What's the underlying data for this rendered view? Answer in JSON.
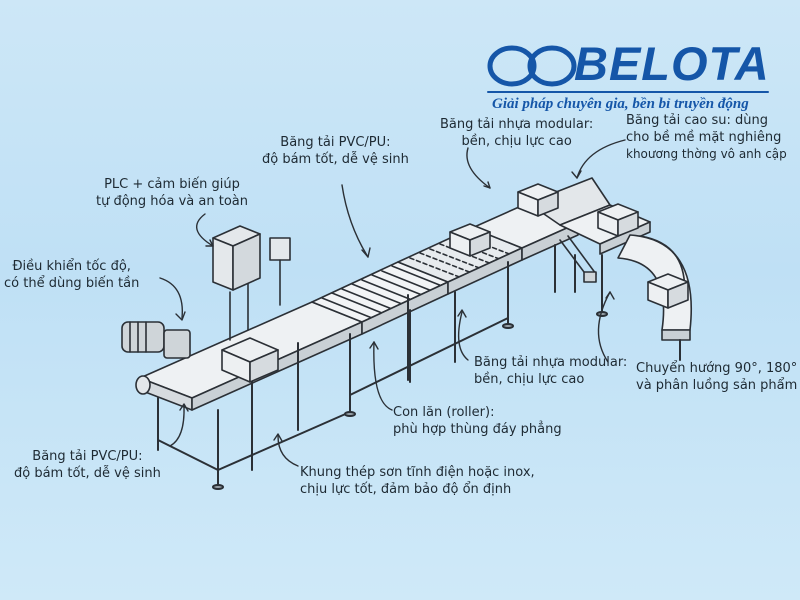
{
  "brand": {
    "name": "BELOTA",
    "tagline": "Giải pháp chuyên gia, bền bỉ truyền động",
    "color": "#1556a8"
  },
  "labels": {
    "pvc_top": {
      "line1": "Băng tải PVC/PU:",
      "line2": "độ bám tốt, dễ vệ sinh"
    },
    "plc": {
      "line1": "PLC + cảm biến giúp",
      "line2": "tự động hóa và an toàn"
    },
    "speed": {
      "line1": "Điều khiển tốc độ,",
      "line2": "có thể dùng biến tần"
    },
    "modular_top": {
      "line1": "Băng tải nhựa modular:",
      "line2": "bền, chịu lực cao"
    },
    "rubber": {
      "line1": "Băng tải cao su: dùng",
      "line2": "cho bề mề mặt nghiêng",
      "line3": "khoương thờng vô anh cập"
    },
    "modular_mid": {
      "line1": "Băng tải nhựa modular:",
      "line2": "bền, chịu lực cao"
    },
    "turn": {
      "line1": "Chuyển hướng 90°, 180°",
      "line2": "và phân luồng sản phẩm"
    },
    "roller": {
      "line1": "Con lăn (roller):",
      "line2": "phù hợp thùng đáy phẳng"
    },
    "pvc_bottom": {
      "line1": "Băng tải PVC/PU:",
      "line2": "độ bám tốt, dễ vệ sinh"
    },
    "frame": {
      "line1": "Khung thép sơn tĩnh điện hoặc inox,",
      "line2": "chịu lực tốt, đảm bảo độ ổn định"
    }
  },
  "colors": {
    "line": "#2b3036",
    "belt": "#e9edf0",
    "frame": "#dfe3e6"
  }
}
